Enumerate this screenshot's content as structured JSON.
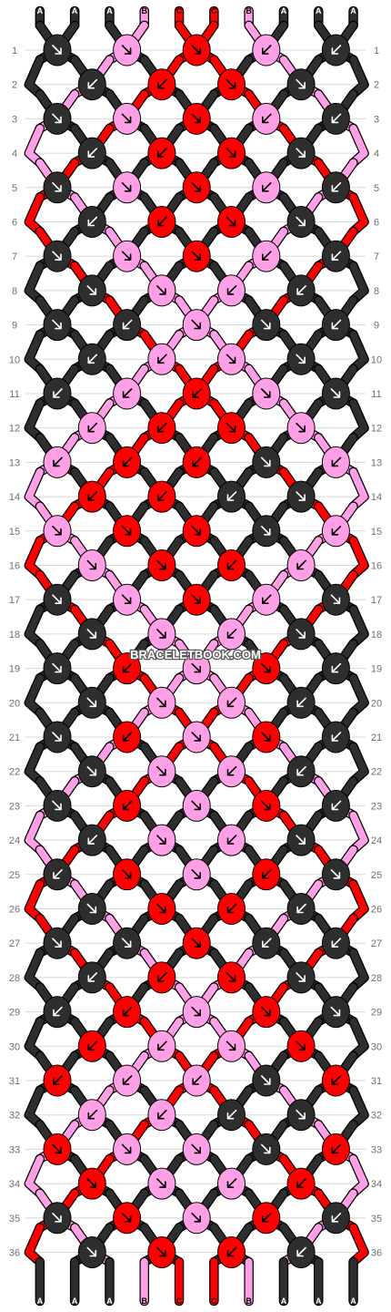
{
  "watermark": "BRACELETBOOK.COM",
  "colors": {
    "A": "#2e2e2e",
    "B": "#ffa0e6",
    "C": "#ff0000",
    "background": "#ffffff",
    "gridline": "#d8d8d8",
    "arrow_on_light": "#000000",
    "arrow_on_dark": "#ffffff"
  },
  "strands_top": [
    "A",
    "A",
    "A",
    "B",
    "C",
    "C",
    "B",
    "A",
    "A",
    "A"
  ],
  "strands_bottom": [
    "A",
    "A",
    "A",
    "B",
    "C",
    "C",
    "B",
    "A",
    "A",
    "A"
  ],
  "row_labels": [
    "1",
    "2",
    "3",
    "4",
    "5",
    "6",
    "7",
    "8",
    "9",
    "10",
    "11",
    "12",
    "13",
    "14",
    "15",
    "16",
    "17",
    "18",
    "19",
    "20",
    "21",
    "22",
    "23",
    "24",
    "25",
    "26",
    "27",
    "28",
    "29",
    "30",
    "31",
    "32",
    "33",
    "34",
    "35",
    "36"
  ],
  "knots": [
    [
      [
        "A",
        "SE"
      ],
      [
        "B",
        "SE"
      ],
      [
        "C",
        "SE"
      ],
      [
        "B",
        "SW"
      ],
      [
        "A",
        "SW"
      ]
    ],
    [
      [
        "A",
        "SW"
      ],
      [
        "C",
        "SW"
      ],
      [
        "C",
        "SE"
      ],
      [
        "A",
        "SE"
      ]
    ],
    [
      [
        "A",
        "SE"
      ],
      [
        "B",
        "SE"
      ],
      [
        "C",
        "SE"
      ],
      [
        "B",
        "SW"
      ],
      [
        "A",
        "SW"
      ]
    ],
    [
      [
        "A",
        "SW"
      ],
      [
        "C",
        "SW"
      ],
      [
        "C",
        "SE"
      ],
      [
        "A",
        "SE"
      ]
    ],
    [
      [
        "A",
        "SE"
      ],
      [
        "B",
        "SE"
      ],
      [
        "C",
        "SE"
      ],
      [
        "B",
        "SW"
      ],
      [
        "A",
        "SW"
      ]
    ],
    [
      [
        "A",
        "SW"
      ],
      [
        "C",
        "SW"
      ],
      [
        "C",
        "SE"
      ],
      [
        "A",
        "SE"
      ]
    ],
    [
      [
        "A",
        "SE"
      ],
      [
        "B",
        "SE"
      ],
      [
        "C",
        "SE"
      ],
      [
        "B",
        "SW"
      ],
      [
        "A",
        "SW"
      ]
    ],
    [
      [
        "A",
        "SE"
      ],
      [
        "B",
        "SE"
      ],
      [
        "B",
        "SW"
      ],
      [
        "A",
        "SW"
      ]
    ],
    [
      [
        "A",
        "SE"
      ],
      [
        "A",
        "SW"
      ],
      [
        "B",
        "SE"
      ],
      [
        "A",
        "SE"
      ],
      [
        "A",
        "SW"
      ]
    ],
    [
      [
        "A",
        "SW"
      ],
      [
        "B",
        "SW"
      ],
      [
        "B",
        "SE"
      ],
      [
        "A",
        "SE"
      ]
    ],
    [
      [
        "A",
        "SW"
      ],
      [
        "B",
        "SW"
      ],
      [
        "C",
        "SW"
      ],
      [
        "B",
        "SE"
      ],
      [
        "A",
        "SE"
      ]
    ],
    [
      [
        "B",
        "SW"
      ],
      [
        "C",
        "SW"
      ],
      [
        "C",
        "SE"
      ],
      [
        "B",
        "SE"
      ]
    ],
    [
      [
        "B",
        "SW"
      ],
      [
        "C",
        "SW"
      ],
      [
        "C",
        "SW"
      ],
      [
        "A",
        "SE"
      ],
      [
        "B",
        "SW"
      ]
    ],
    [
      [
        "C",
        "SW"
      ],
      [
        "C",
        "SW"
      ],
      [
        "A",
        "SW"
      ],
      [
        "A",
        "SE"
      ]
    ],
    [
      [
        "B",
        "SE"
      ],
      [
        "C",
        "SE"
      ],
      [
        "C",
        "SE"
      ],
      [
        "A",
        "SE"
      ],
      [
        "B",
        "SW"
      ]
    ],
    [
      [
        "B",
        "SE"
      ],
      [
        "C",
        "SE"
      ],
      [
        "C",
        "SW"
      ],
      [
        "B",
        "SW"
      ]
    ],
    [
      [
        "A",
        "SE"
      ],
      [
        "B",
        "SE"
      ],
      [
        "C",
        "SE"
      ],
      [
        "B",
        "SW"
      ],
      [
        "A",
        "SE"
      ]
    ],
    [
      [
        "A",
        "SE"
      ],
      [
        "B",
        "SE"
      ],
      [
        "B",
        "SW"
      ],
      [
        "A",
        "SE"
      ]
    ],
    [
      [
        "A",
        "SE"
      ],
      [
        "C",
        "SW"
      ],
      [
        "B",
        "SE"
      ],
      [
        "C",
        "SE"
      ],
      [
        "A",
        "SW"
      ]
    ],
    [
      [
        "A",
        "SE"
      ],
      [
        "B",
        "SE"
      ],
      [
        "B",
        "SW"
      ],
      [
        "A",
        "SW"
      ]
    ],
    [
      [
        "A",
        "SE"
      ],
      [
        "C",
        "SW"
      ],
      [
        "B",
        "SE"
      ],
      [
        "C",
        "SE"
      ],
      [
        "A",
        "SW"
      ]
    ],
    [
      [
        "A",
        "SE"
      ],
      [
        "B",
        "SE"
      ],
      [
        "B",
        "SW"
      ],
      [
        "A",
        "SW"
      ]
    ],
    [
      [
        "A",
        "SE"
      ],
      [
        "C",
        "SW"
      ],
      [
        "B",
        "SE"
      ],
      [
        "C",
        "SE"
      ],
      [
        "A",
        "SW"
      ]
    ],
    [
      [
        "A",
        "SW"
      ],
      [
        "B",
        "SE"
      ],
      [
        "B",
        "SW"
      ],
      [
        "A",
        "SE"
      ]
    ],
    [
      [
        "A",
        "SW"
      ],
      [
        "C",
        "SE"
      ],
      [
        "B",
        "SE"
      ],
      [
        "C",
        "SW"
      ],
      [
        "A",
        "SE"
      ]
    ],
    [
      [
        "A",
        "SE"
      ],
      [
        "C",
        "SE"
      ],
      [
        "C",
        "SW"
      ],
      [
        "A",
        "SW"
      ]
    ],
    [
      [
        "A",
        "SE"
      ],
      [
        "A",
        "SE"
      ],
      [
        "C",
        "SE"
      ],
      [
        "A",
        "SW"
      ],
      [
        "A",
        "SW"
      ]
    ],
    [
      [
        "A",
        "SW"
      ],
      [
        "C",
        "SW"
      ],
      [
        "C",
        "SE"
      ],
      [
        "A",
        "SE"
      ]
    ],
    [
      [
        "A",
        "SW"
      ],
      [
        "C",
        "SW"
      ],
      [
        "B",
        "SE"
      ],
      [
        "C",
        "SE"
      ],
      [
        "A",
        "SE"
      ]
    ],
    [
      [
        "C",
        "SW"
      ],
      [
        "B",
        "SW"
      ],
      [
        "B",
        "SE"
      ],
      [
        "C",
        "SE"
      ]
    ],
    [
      [
        "C",
        "SW"
      ],
      [
        "B",
        "SW"
      ],
      [
        "B",
        "SW"
      ],
      [
        "A",
        "SE"
      ],
      [
        "C",
        "SW"
      ]
    ],
    [
      [
        "B",
        "SW"
      ],
      [
        "B",
        "SW"
      ],
      [
        "A",
        "SW"
      ],
      [
        "A",
        "SE"
      ]
    ],
    [
      [
        "C",
        "SE"
      ],
      [
        "B",
        "SE"
      ],
      [
        "B",
        "SE"
      ],
      [
        "A",
        "SE"
      ],
      [
        "C",
        "SW"
      ]
    ],
    [
      [
        "C",
        "SE"
      ],
      [
        "B",
        "SE"
      ],
      [
        "B",
        "SW"
      ],
      [
        "C",
        "SW"
      ]
    ],
    [
      [
        "A",
        "SE"
      ],
      [
        "C",
        "SE"
      ],
      [
        "B",
        "SE"
      ],
      [
        "C",
        "SW"
      ],
      [
        "A",
        "SW"
      ]
    ],
    [
      [
        "A",
        "SE"
      ],
      [
        "C",
        "SE"
      ],
      [
        "C",
        "SW"
      ],
      [
        "A",
        "SW"
      ]
    ]
  ]
}
